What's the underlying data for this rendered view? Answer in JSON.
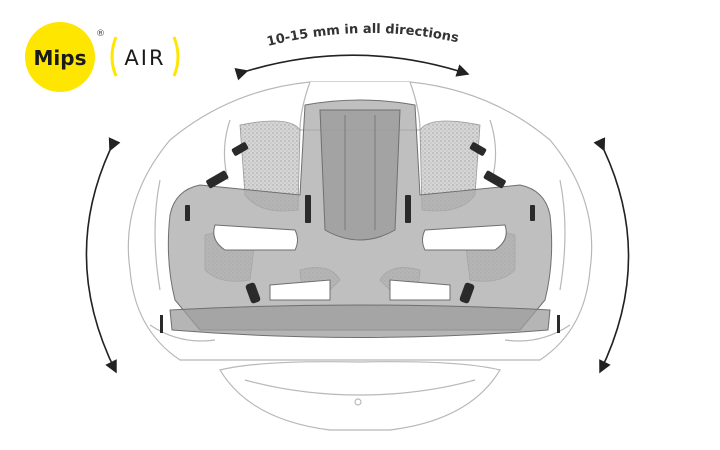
{
  "logo": {
    "brand": "Mips",
    "registered": "®",
    "product": "AIR",
    "brand_color": "#ffe600"
  },
  "annotation": {
    "movement_label": "10-15 mm in all directions"
  },
  "colors": {
    "arrow": "#222222",
    "shell_stroke": "#b8b8b8",
    "liner_fill": "#a9a9a9",
    "clip": "#2a2a2a"
  }
}
